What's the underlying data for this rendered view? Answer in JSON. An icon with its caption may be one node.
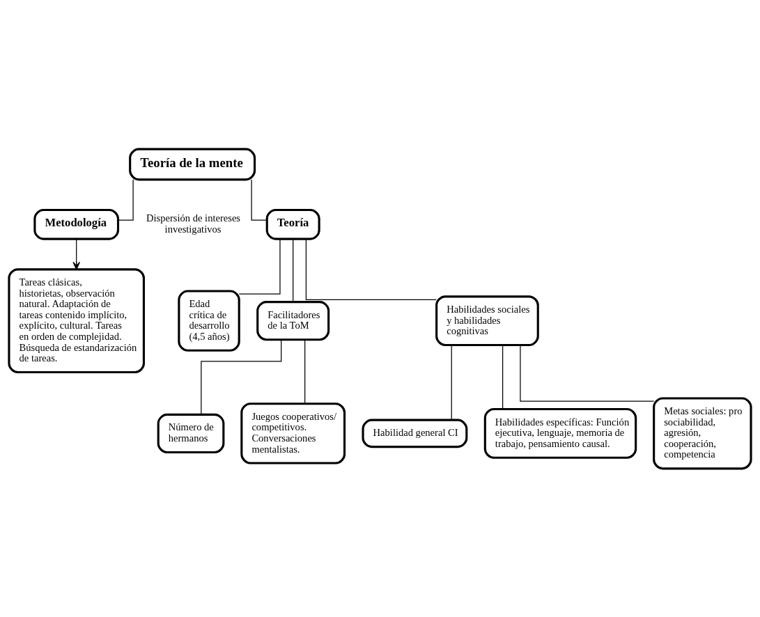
{
  "diagram": {
    "nodes": [
      {
        "text": [
          "Teoría de la mente"
        ]
      },
      {
        "text": [
          "Metodología"
        ]
      },
      {
        "text": [
          "Teoría"
        ]
      },
      {
        "text": [
          "Tareas clásicas, historietas, observación natural. Adaptación de tareas contenido implícito, explícito, cultural. Tareas en orden de complejidad. Búsqueda de estandarización de tareas."
        ]
      },
      {
        "text": [
          "Edad crítica de desarrollo (4,5 años)"
        ]
      },
      {
        "text": [
          "Facilitadores de la ToM"
        ]
      },
      {
        "text": [
          "Habilidades sociales y habilidades cognitivas"
        ]
      },
      {
        "text": [
          "Número de hermanos"
        ]
      },
      {
        "text": [
          "Juegos cooperativos/ competitivos. Conversaciones mentalistas."
        ]
      },
      {
        "text": [
          "Habilidad general CI"
        ]
      },
      {
        "text": [
          "Habilidades específicas: Función ejecutiva, lenguaje, memoria de trabajo, pensamiento causal."
        ]
      },
      {
        "text": [
          "Metas sociales: pro sociabilidad, agresión, cooperación, competencia"
        ]
      }
    ],
    "edges": [
      {
        "from": 0,
        "to": 1,
        "arrow": "none"
      },
      {
        "from": 0,
        "to": 2,
        "arrow": "none"
      },
      {
        "from": 1,
        "to": 3,
        "arrow": "to"
      },
      {
        "from": 2,
        "to": 4,
        "arrow": "none"
      },
      {
        "from": 2,
        "to": 5,
        "arrow": "none"
      },
      {
        "from": 2,
        "to": 6,
        "arrow": "none"
      },
      {
        "from": 5,
        "to": 7,
        "arrow": "none"
      },
      {
        "from": 5,
        "to": 8,
        "arrow": "none"
      },
      {
        "from": 6,
        "to": 9,
        "arrow": "none"
      },
      {
        "from": 6,
        "to": 10,
        "arrow": "none"
      },
      {
        "from": 6,
        "to": 11,
        "arrow": "none"
      }
    ],
    "labels": [
      "Dispersión de intereses investigativos"
    ]
  }
}
